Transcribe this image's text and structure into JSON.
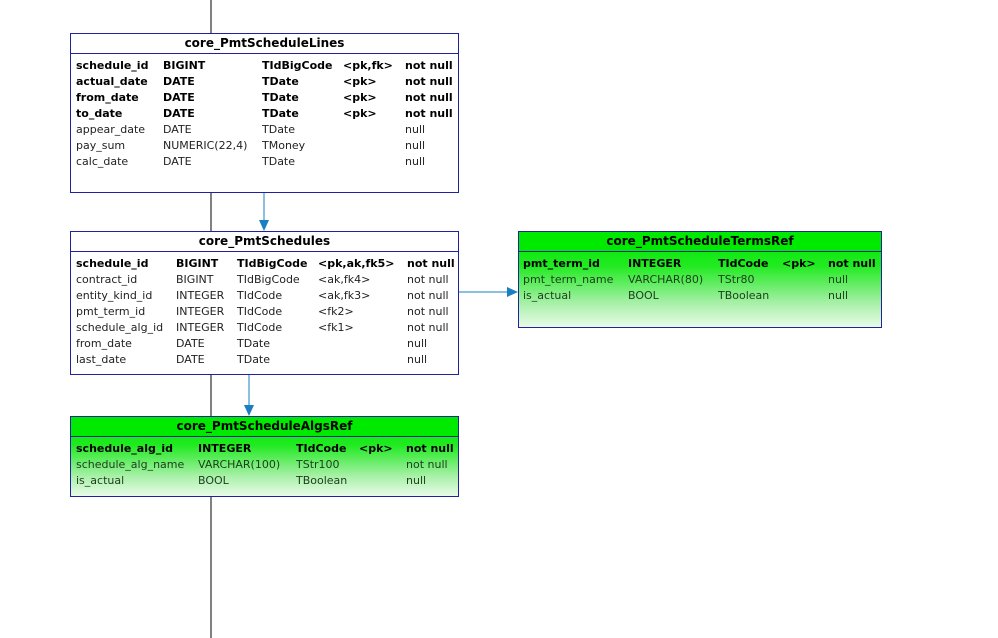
{
  "entities": {
    "schedule_lines": {
      "name": "core_PmtScheduleLines",
      "rows": [
        [
          "schedule_id",
          "BIGINT",
          "TIdBigCode",
          "<pk,fk>",
          "not null"
        ],
        [
          "actual_date",
          "DATE",
          "TDate",
          "<pk>",
          "not null"
        ],
        [
          "from_date",
          "DATE",
          "TDate",
          "<pk>",
          "not null"
        ],
        [
          "to_date",
          "DATE",
          "TDate",
          "<pk>",
          "not null"
        ],
        [
          "appear_date",
          "DATE",
          "TDate",
          "",
          "null"
        ],
        [
          "pay_sum",
          "NUMERIC(22,4)",
          "TMoney",
          "",
          "null"
        ],
        [
          "calc_date",
          "DATE",
          "TDate",
          "",
          "null"
        ]
      ],
      "key_rows": 4,
      "colors": {
        "fill": "#ffffff"
      }
    },
    "schedules": {
      "name": "core_PmtSchedules",
      "rows": [
        [
          "schedule_id",
          "BIGINT",
          "TIdBigCode",
          "<pk,ak,fk5>",
          "not null"
        ],
        [
          "contract_id",
          "BIGINT",
          "TIdBigCode",
          "<ak,fk4>",
          "not null"
        ],
        [
          "entity_kind_id",
          "INTEGER",
          "TIdCode",
          "<ak,fk3>",
          "not null"
        ],
        [
          "pmt_term_id",
          "INTEGER",
          "TIdCode",
          "<fk2>",
          "not null"
        ],
        [
          "schedule_alg_id",
          "INTEGER",
          "TIdCode",
          "<fk1>",
          "not null"
        ],
        [
          "from_date",
          "DATE",
          "TDate",
          "",
          "null"
        ],
        [
          "last_date",
          "DATE",
          "TDate",
          "",
          "null"
        ]
      ],
      "key_rows": 1,
      "colors": {
        "fill": "#ffffff"
      }
    },
    "terms_ref": {
      "name": "core_PmtScheduleTermsRef",
      "rows": [
        [
          "pmt_term_id",
          "INTEGER",
          "TIdCode",
          "<pk>",
          "not null"
        ],
        [
          "pmt_term_name",
          "VARCHAR(80)",
          "TStr80",
          "",
          "null"
        ],
        [
          "is_actual",
          "BOOL",
          "TBoolean",
          "",
          "null"
        ]
      ],
      "key_rows": 1,
      "colors": {
        "fill": "#00e800"
      }
    },
    "algs_ref": {
      "name": "core_PmtScheduleAlgsRef",
      "rows": [
        [
          "schedule_alg_id",
          "INTEGER",
          "TIdCode",
          "<pk>",
          "not null"
        ],
        [
          "schedule_alg_name",
          "VARCHAR(100)",
          "TStr100",
          "",
          "not null"
        ],
        [
          "is_actual",
          "BOOL",
          "TBoolean",
          "",
          "null"
        ]
      ],
      "key_rows": 1,
      "colors": {
        "fill": "#00e800"
      }
    }
  },
  "relationships": [
    {
      "from": "schedule_lines",
      "to": "schedules"
    },
    {
      "from": "schedules",
      "to": "terms_ref"
    },
    {
      "from": "schedules",
      "to": "algs_ref"
    }
  ],
  "colors": {
    "border": "#2020a0",
    "arrow": "#1a7fc0",
    "line": "#000000"
  }
}
